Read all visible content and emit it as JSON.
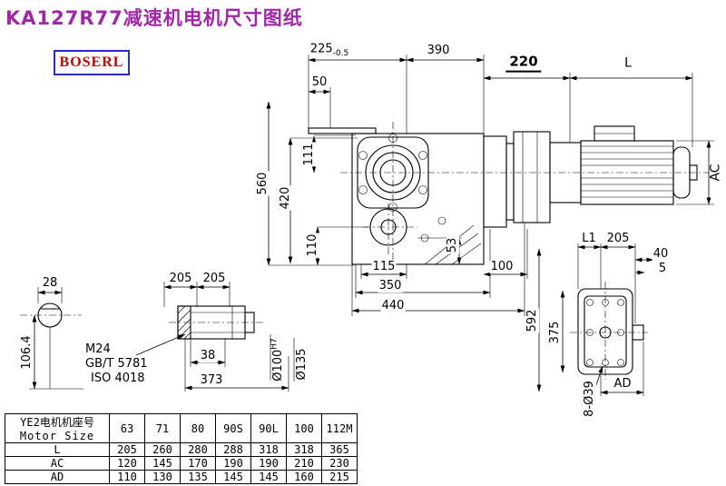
{
  "title": "KA127R77减速机电机尺寸图纸",
  "logo": "BOSERL",
  "drawing": {
    "top_dims": {
      "d225": "225",
      "d225_tol": "-0.5",
      "d390": "390",
      "d220": "220",
      "dL": "L",
      "d50": "50"
    },
    "left_dims": {
      "d560": "560",
      "d420": "420",
      "d111": "111",
      "d110": "110"
    },
    "bottom_dims": {
      "d115": "115",
      "d53": "53",
      "d100": "100",
      "d350": "350",
      "d440": "440"
    },
    "right_dims": {
      "dAC": "AC"
    },
    "shaft_end_view": {
      "d28": "28",
      "d106": "106.4"
    },
    "shaft_detail": {
      "d205a": "205",
      "d205b": "205",
      "m24": "M24",
      "gbt": "GB/T 5781",
      "iso": "ISO 4018",
      "d38": "38",
      "d373": "373",
      "phi100": "Ø100",
      "phi100_tol": "H7",
      "phi135": "Ø135"
    },
    "flange_view": {
      "dL1": "L1",
      "d205": "205",
      "d40": "40",
      "d5": "5",
      "d592": "592",
      "d375": "375",
      "dAD": "AD",
      "holes": "8-Ø39"
    }
  },
  "table": {
    "header_cn": "YE2电机机座号",
    "header_en": "Motor Size",
    "sizes": [
      "63",
      "71",
      "80",
      "90S",
      "90L",
      "100",
      "112M"
    ],
    "rows": [
      {
        "label": "L",
        "values": [
          "205",
          "260",
          "280",
          "288",
          "318",
          "318",
          "365"
        ]
      },
      {
        "label": "AC",
        "values": [
          "120",
          "145",
          "170",
          "190",
          "190",
          "210",
          "230"
        ]
      },
      {
        "label": "AD",
        "values": [
          "110",
          "130",
          "135",
          "145",
          "145",
          "160",
          "215"
        ]
      }
    ]
  }
}
